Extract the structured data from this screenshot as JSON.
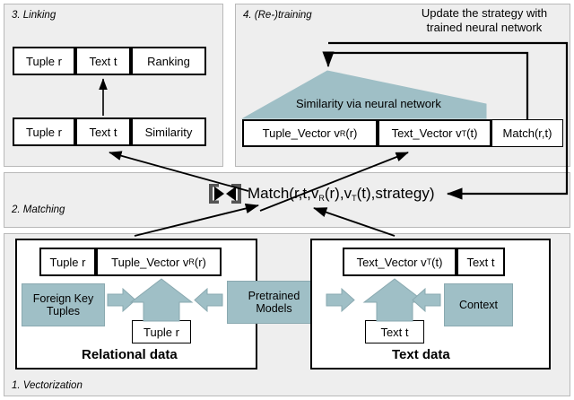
{
  "diagram": {
    "title_panels": {
      "linking": "3. Linking",
      "retraining": "4. (Re-)training",
      "matching": "2. Matching",
      "vectorization": "1. Vectorization"
    },
    "colors": {
      "panel_bg": "#eeeeee",
      "panel_border": "#b9b9b9",
      "teal_fill": "#9fbfc6",
      "teal_stroke": "#8aa9b0",
      "box_fill": "#ffffff",
      "stroke": "#000000",
      "page_bg": "#ffffff"
    },
    "linking": {
      "top_table": [
        "Tuple r",
        "Text t",
        "Ranking"
      ],
      "bottom_table": [
        "Tuple r",
        "Text t",
        "Similarity"
      ]
    },
    "retraining": {
      "feedback_caption": "Update the strategy with\ntrained neural network",
      "trapezoid_label": "Similarity via neural network",
      "row": [
        {
          "label": "Tuple_Vector v",
          "sub": "R",
          "tail": "(r)"
        },
        {
          "label": "Text_Vector v",
          "sub": "T",
          "tail": "(t)"
        },
        {
          "label": "Match(r,t)",
          "sub": "",
          "tail": ""
        }
      ]
    },
    "matching": {
      "join_icon": "join-bowtie-icon",
      "expression_parts": [
        {
          "text": "Match(r,t,v",
          "sub": ""
        },
        {
          "text": "",
          "sub": "R"
        },
        {
          "text": "(r),v",
          "sub": ""
        },
        {
          "text": "",
          "sub": "T"
        },
        {
          "text": "(t),strategy)",
          "sub": ""
        }
      ],
      "expression_plain": "Match(r,t,vR(r),vT(t),strategy)"
    },
    "vectorization": {
      "relational": {
        "title": "Relational data",
        "top_left_cell": "Tuple r",
        "top_right_cell_label": "Tuple_Vector v",
        "top_right_cell_sub": "R",
        "top_right_cell_tail": "(r)",
        "source_box": "Foreign Key\nTuples",
        "under_arrow_box": "Tuple r"
      },
      "text": {
        "title": "Text  data",
        "top_left_cell_label": "Text_Vector v",
        "top_left_cell_sub": "T",
        "top_left_cell_tail": "(t)",
        "top_right_cell": "Text t",
        "source_box": "Context",
        "under_arrow_box": "Text t"
      },
      "center_box": "Pretrained\nModels"
    }
  }
}
